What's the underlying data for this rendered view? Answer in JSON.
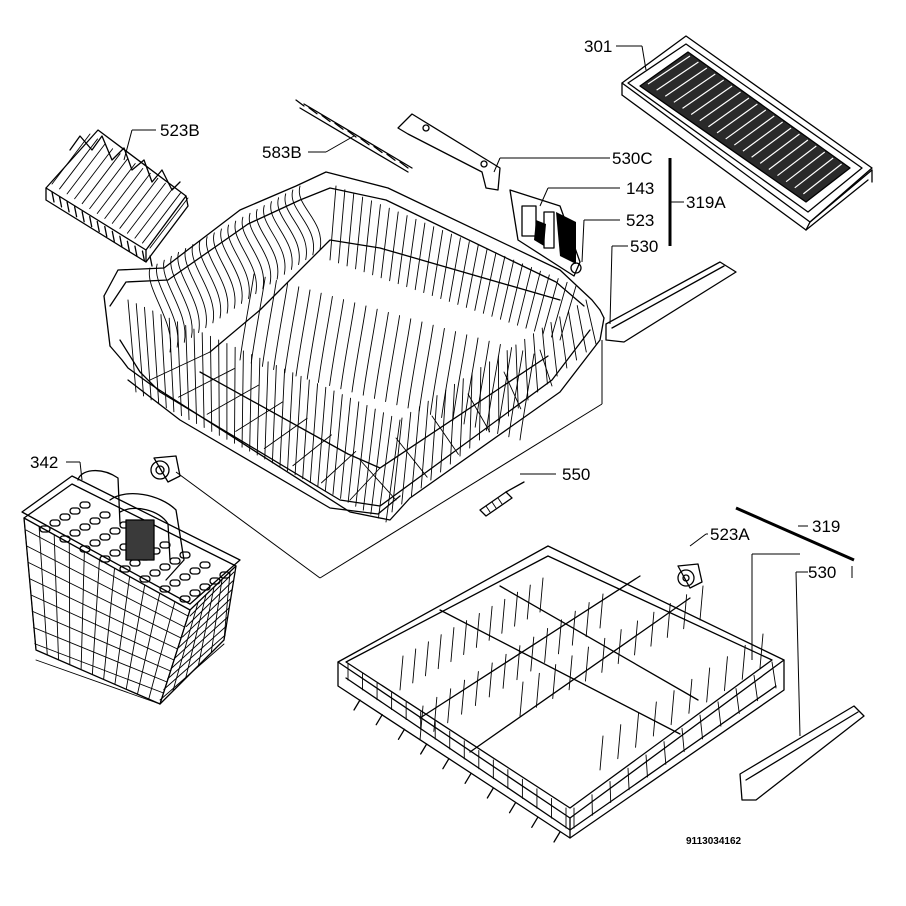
{
  "labels": {
    "l301": "301",
    "l523B": "523B",
    "l583B": "583B",
    "l530C": "530C",
    "l143": "143",
    "l319A": "319A",
    "l523": "523",
    "l530a": "530",
    "l342": "342",
    "l550": "550",
    "l523A": "523A",
    "l319": "319",
    "l530b": "530",
    "docnum": "9113034162"
  }
}
